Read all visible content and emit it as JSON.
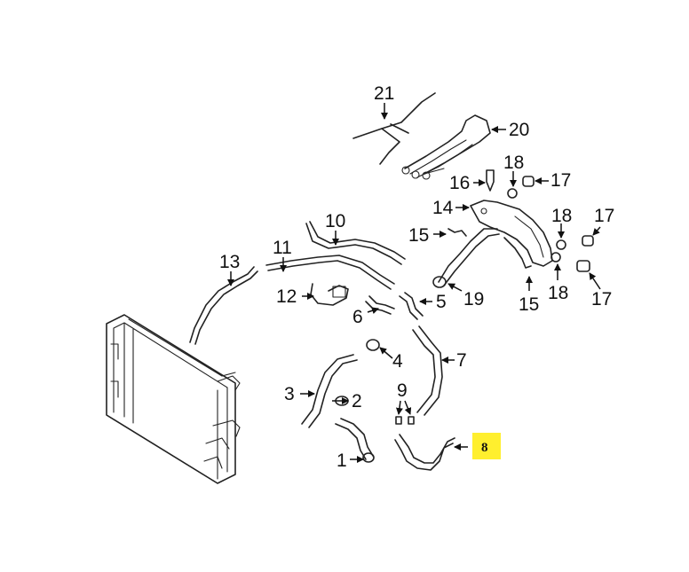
{
  "callouts": {
    "p21": "21",
    "p20": "20",
    "p18a": "18",
    "p17a": "17",
    "p16": "16",
    "p14": "14",
    "p18b": "18",
    "p17b": "17",
    "p10": "10",
    "p15a": "15",
    "p11": "11",
    "p13": "13",
    "p12": "12",
    "p5": "5",
    "p19": "19",
    "p15b": "15",
    "p18c": "18",
    "p17c": "17",
    "p6": "6",
    "p4": "4",
    "p7": "7",
    "p3": "3",
    "p2": "2",
    "p9": "9",
    "p8": "8",
    "p1": "1"
  },
  "highlight": {
    "part": "8",
    "color": "#ffef2e"
  }
}
